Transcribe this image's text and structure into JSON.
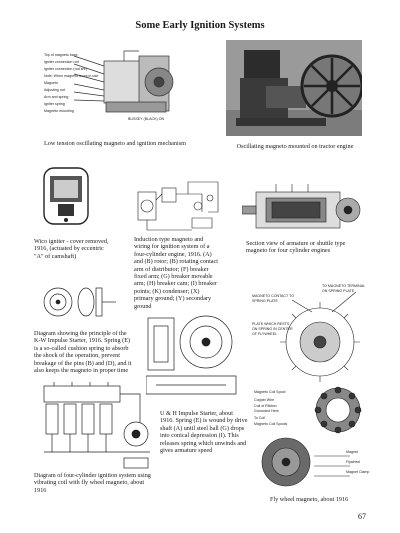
{
  "page": {
    "title": "Some Early Ignition Systems",
    "page_number": "67"
  },
  "figures": {
    "fig1": {
      "caption": "Low tension oscillating magneto and ignition mechanism",
      "labels": [
        "Top of magneto base",
        "Igniter connection rod",
        "Igniter connection (rod shr)",
        "Note: When magneto is not in use",
        "Magneto",
        "Adjusting nut",
        "Arm and spring",
        "Igniter spring",
        "Magneto mounting",
        "BUSSEY (BLACK) ON"
      ]
    },
    "fig2": {
      "caption": "Oscillating magneto mounted on tractor engine"
    },
    "fig3": {
      "caption": "Wico igniter - cover removed, 1916, (actuated by eccentric \"A\" of camshaft)"
    },
    "fig4": {
      "caption": "Induction type magneto and wiring for ignition system of a four-cylinder engine, 1916. (A) and (B) rotor; (B) rotating contact arm of distributor; (F) breaker fixed arm; (G) breaker movable arm; (H) breaker cam; (I) breaker points; (K) condenser; (X) primary ground; (Y) secondary ground"
    },
    "fig5": {
      "caption": "Section view of armature or shuttle type magneto for four cylinder engines"
    },
    "fig6": {
      "caption": "Diagram showing the principle of the K-W Impulse Starter, 1916. Spring (E) is a so-called cushion spring to absorb the shock of the operation, prevent breakage of the pins (B) and (D), and it also keeps the magneto in proper time"
    },
    "fig7": {
      "caption": "U & H Impulse Starter, about 1916. Spring (E) is wound by drive shaft (A) until steel ball (G) drops into conical depression (I). This releases spring which unwinds and gives armature speed"
    },
    "fig8": {
      "labels": [
        "MAGNETO CONTACT TO",
        "SPRING PLATE",
        "PLATE WHICH RESTS",
        "ON SPRING IN CENTER",
        "OF FLYWHEEL"
      ],
      "top_labels": [
        "TO MAGNETO TERMINAL",
        "ON SPRING PLATE"
      ]
    },
    "fig9": {
      "caption": "Diagram of four-cylinder ignition system using vibrating coil with fly wheel magneto, about 1916"
    },
    "fig10": {
      "caption": "Fly wheel magneto, about 1916",
      "labels": [
        "Magneto Coil Spool",
        "Copper Wire",
        "Coil of Ribbon",
        "Grounded Here",
        "To Coil",
        "Magneto Coil Spools",
        "Magnet",
        "Flywheel",
        "Magnet Clamp"
      ]
    }
  }
}
